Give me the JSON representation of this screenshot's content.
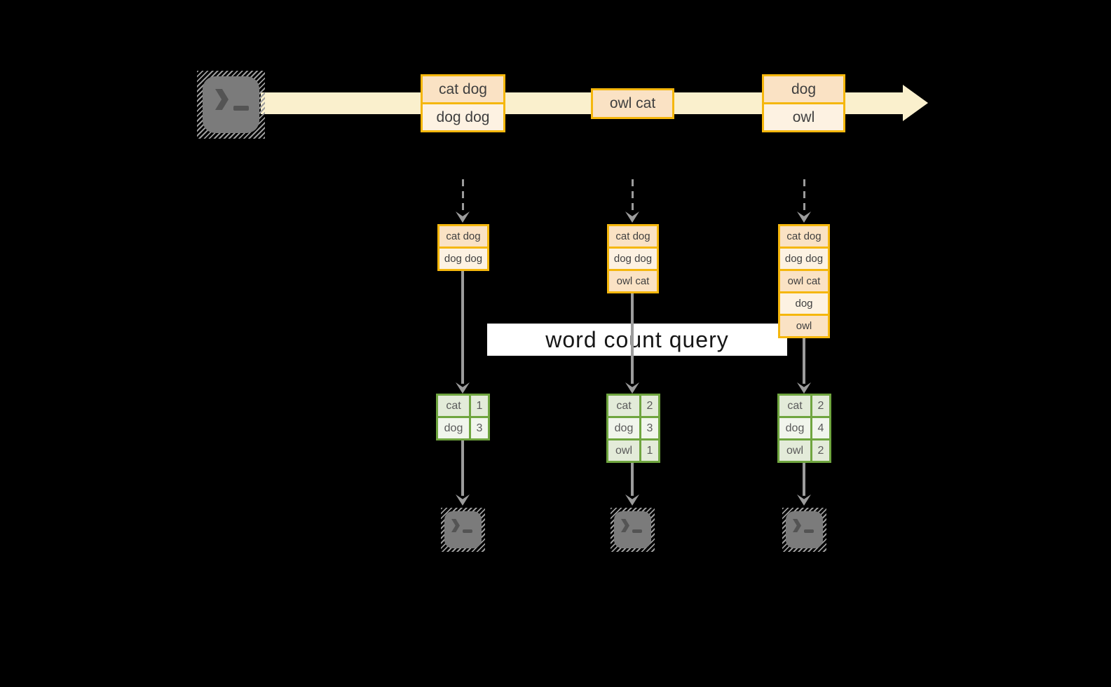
{
  "title": {
    "label": "word count query"
  },
  "stream": {
    "batches": [
      {
        "rows": [
          "cat dog",
          "dog dog"
        ]
      },
      {
        "rows": [
          "owl cat"
        ]
      },
      {
        "rows": [
          "dog",
          "owl"
        ]
      }
    ]
  },
  "micro_batches": [
    {
      "records": [
        "cat dog",
        "dog dog"
      ]
    },
    {
      "records": [
        "cat dog",
        "dog dog",
        "owl cat"
      ]
    },
    {
      "records": [
        "cat dog",
        "dog dog",
        "owl cat",
        "dog",
        "owl"
      ]
    }
  ],
  "word_counts": [
    {
      "rows": [
        [
          "cat",
          "1"
        ],
        [
          "dog",
          "3"
        ]
      ]
    },
    {
      "rows": [
        [
          "cat",
          "2"
        ],
        [
          "dog",
          "3"
        ],
        [
          "owl",
          "1"
        ]
      ]
    },
    {
      "rows": [
        [
          "cat",
          "2"
        ],
        [
          "dog",
          "4"
        ],
        [
          "owl",
          "2"
        ]
      ]
    }
  ],
  "icons": {
    "source": "terminal-icon",
    "sinks": [
      "terminal-icon",
      "terminal-icon",
      "terminal-icon"
    ]
  },
  "colors": {
    "background": "#000000",
    "stream_fill": "#faf0cd",
    "box_border": "#f5b70d",
    "box_fill_dark": "#fae2c4",
    "box_fill_light": "#fdf2e2",
    "table_border": "#6fa53f",
    "table_fill_dark": "#e3ebd9",
    "table_fill_light": "#f1f5ec",
    "arrow_gray": "#9c9c9c",
    "band_fill": "#ffffff"
  }
}
